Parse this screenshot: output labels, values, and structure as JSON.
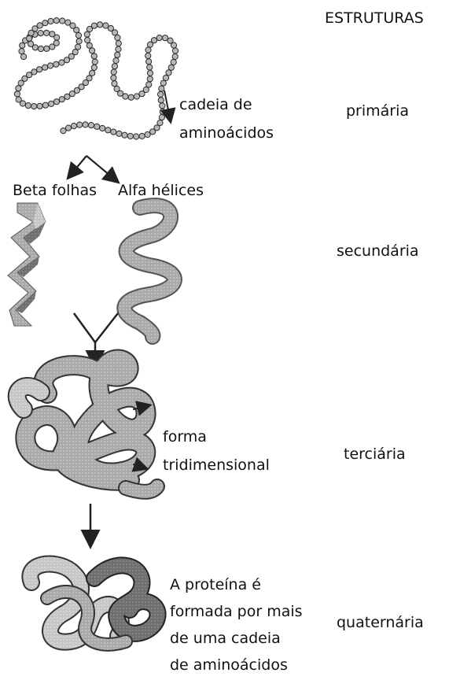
{
  "header": "ESTRUTURAS",
  "levels": {
    "primaria": {
      "label": "primária",
      "caption": [
        "cadeia de",
        "aminoácidos"
      ]
    },
    "secundaria": {
      "label": "secundária",
      "beta_label": "Beta folhas",
      "alfa_label": "Alfa hélices"
    },
    "terciaria": {
      "label": "terciária",
      "caption": [
        "forma",
        "tridimensional"
      ]
    },
    "quaternaria": {
      "label": "quaternária",
      "caption": [
        "A proteína é",
        "formada por mais",
        "de uma cadeia",
        "de aminoácidos"
      ]
    }
  },
  "colors": {
    "bead": "#b8b8b8",
    "ribbon": "#9e9e9e",
    "ribbon_dark": "#6a6a6a",
    "ribbon_light": "#cfcfcf",
    "outline": "#2a2a2a"
  }
}
